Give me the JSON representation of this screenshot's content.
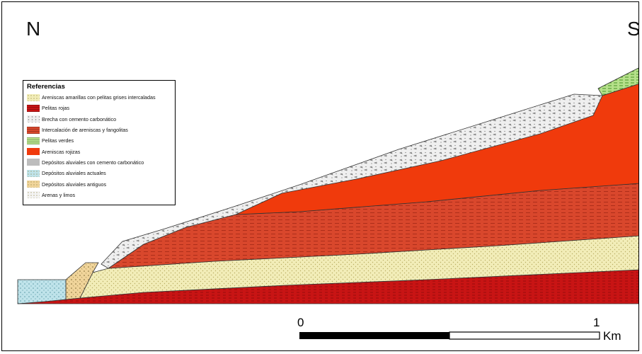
{
  "directions": {
    "north": "N",
    "south": "S"
  },
  "legend": {
    "title": "Referencias",
    "items": [
      {
        "label": "Areniscas amarillas con pelitas grises intercaladas",
        "fill": "#f2edb8",
        "pattern": "dots"
      },
      {
        "label": "Pelitas rojas",
        "fill": "#c81414",
        "pattern": "dash"
      },
      {
        "label": "Brecha con cemento carbonático",
        "fill": "#eeeeee",
        "pattern": "breccia"
      },
      {
        "label": "Intercalación de areniscas y fangolitas",
        "fill": "#d9472c",
        "pattern": "dash"
      },
      {
        "label": "Pelitas verdes",
        "fill": "#b5e08a",
        "pattern": "dash"
      },
      {
        "label": "Areniscas rojizas",
        "fill": "#f03a0c",
        "pattern": "none"
      },
      {
        "label": "Depósitos aluviales con cemento carbonático",
        "fill": "#bdbdbd",
        "pattern": "none"
      },
      {
        "label": "Depósitos aluviales actuales",
        "fill": "#bfe3ea",
        "pattern": "dots"
      },
      {
        "label": "Depósitos aluviales antiguos",
        "fill": "#f0d49a",
        "pattern": "dots"
      },
      {
        "label": "Arenas y limos",
        "fill": "#f4f4f4",
        "pattern": "dots"
      }
    ]
  },
  "scale_bar": {
    "start": "0",
    "end": "1",
    "unit": "Km"
  }
}
